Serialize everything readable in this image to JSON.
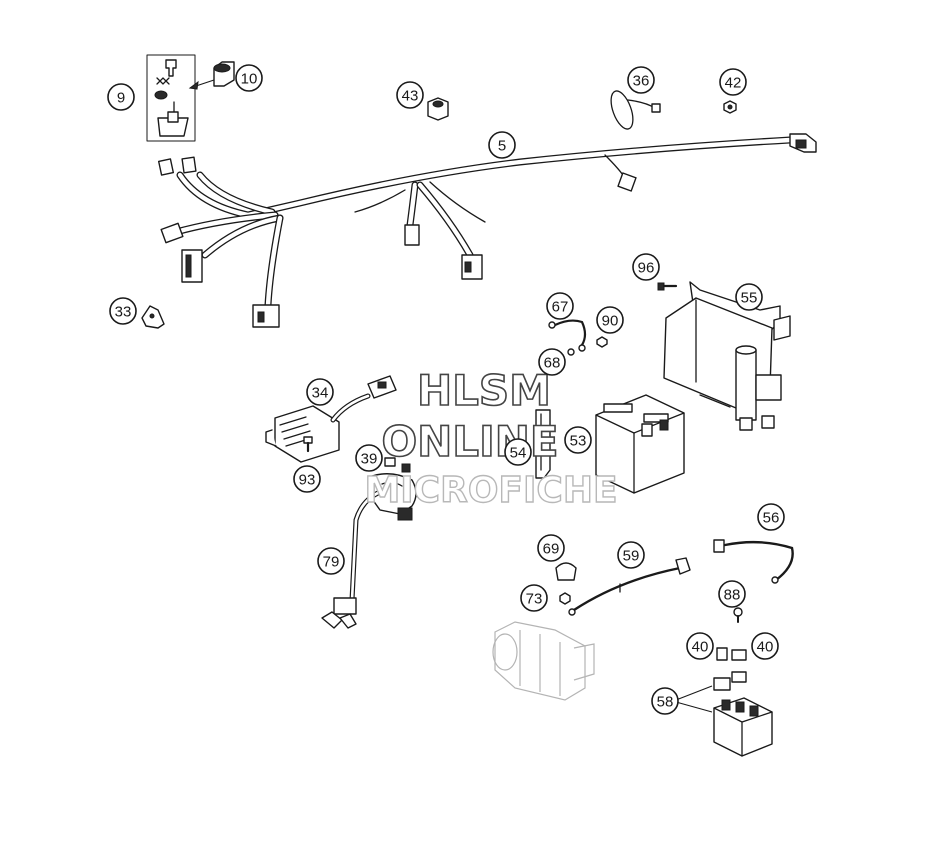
{
  "diagram": {
    "callouts": [
      "9",
      "10",
      "43",
      "5",
      "36",
      "42",
      "33",
      "96",
      "55",
      "67",
      "90",
      "68",
      "34",
      "53",
      "54",
      "39",
      "93",
      "56",
      "69",
      "59",
      "79",
      "73",
      "88",
      "40",
      "40",
      "58"
    ]
  },
  "watermark": {
    "line1": "HLSM",
    "line2": "ONLINE",
    "line3": "MICROFICHE"
  }
}
